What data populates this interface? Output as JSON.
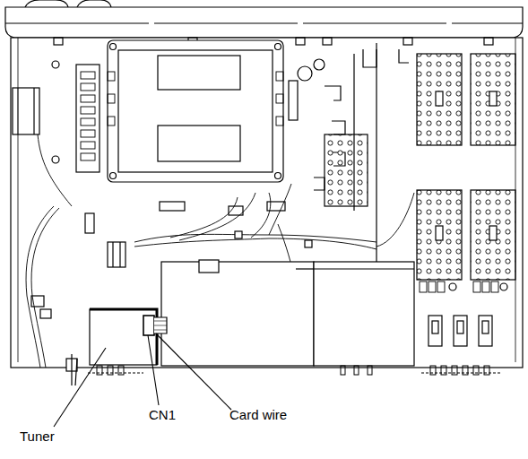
{
  "diagram": {
    "labels": [
      "CN1",
      "Card wire",
      "Tuner"
    ]
  }
}
